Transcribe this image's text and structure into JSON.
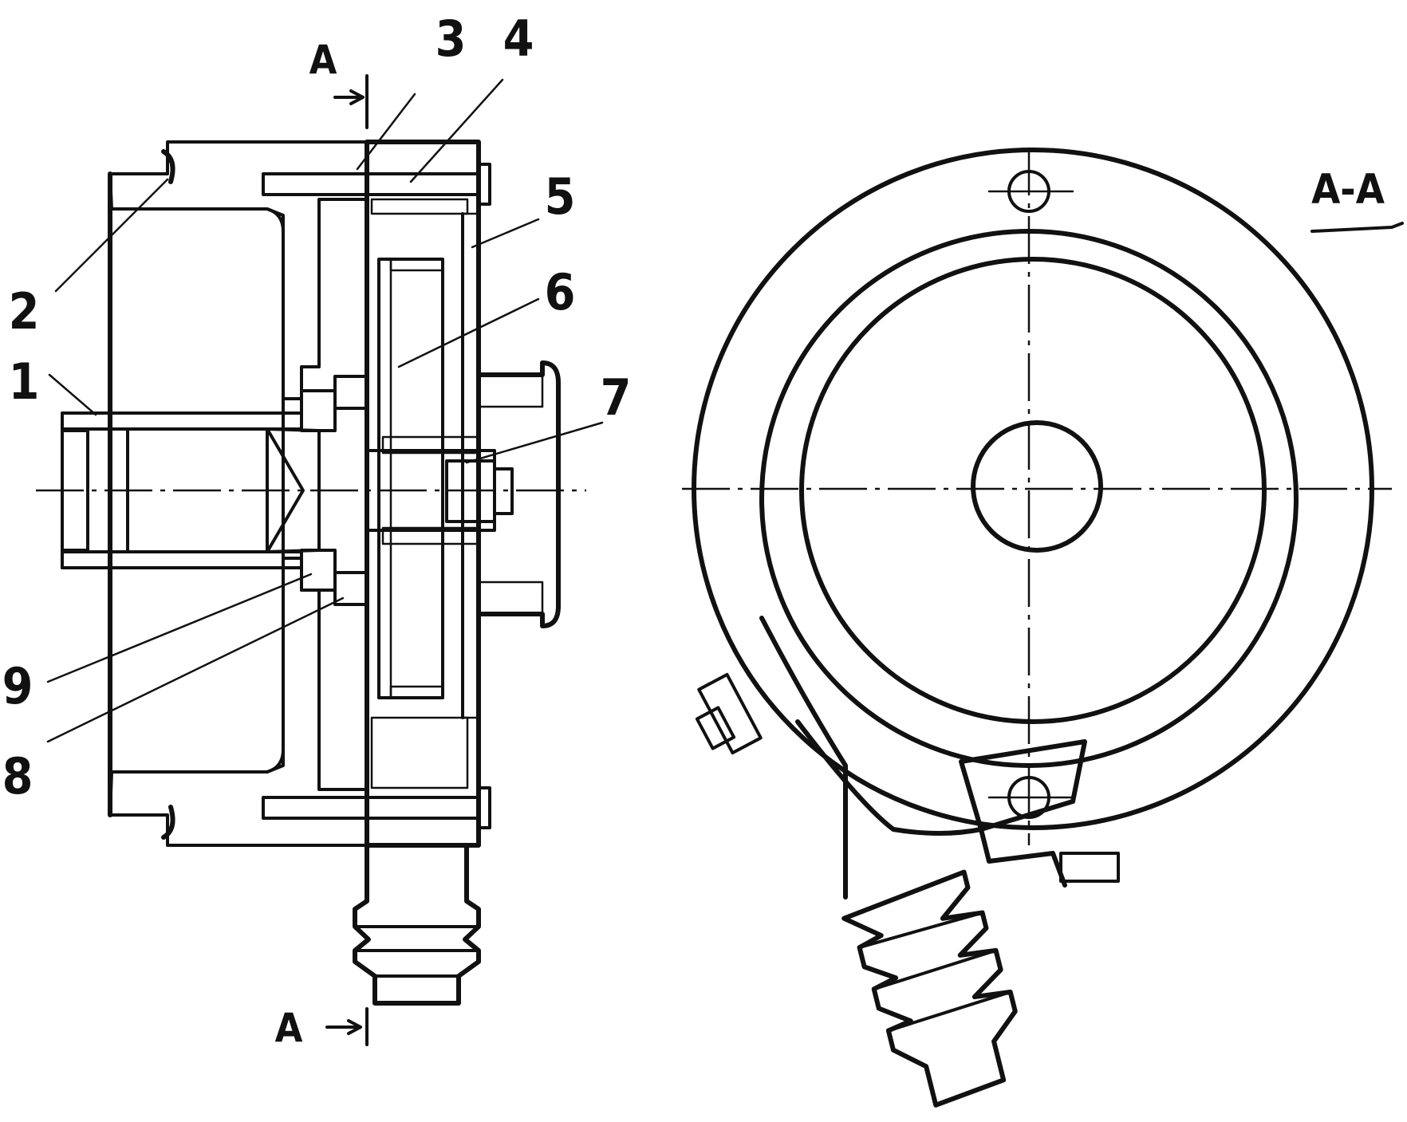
{
  "labels": {
    "l1": "1",
    "l2": "2",
    "l3": "3",
    "l4": "4",
    "l5": "5",
    "l6": "6",
    "l7": "7",
    "l8": "8",
    "l9": "9"
  },
  "section": {
    "top_marker": "A",
    "bottom_marker": "A",
    "view_title": "A-A"
  },
  "colors": {
    "ink": "#111111",
    "paper": "#ffffff"
  }
}
